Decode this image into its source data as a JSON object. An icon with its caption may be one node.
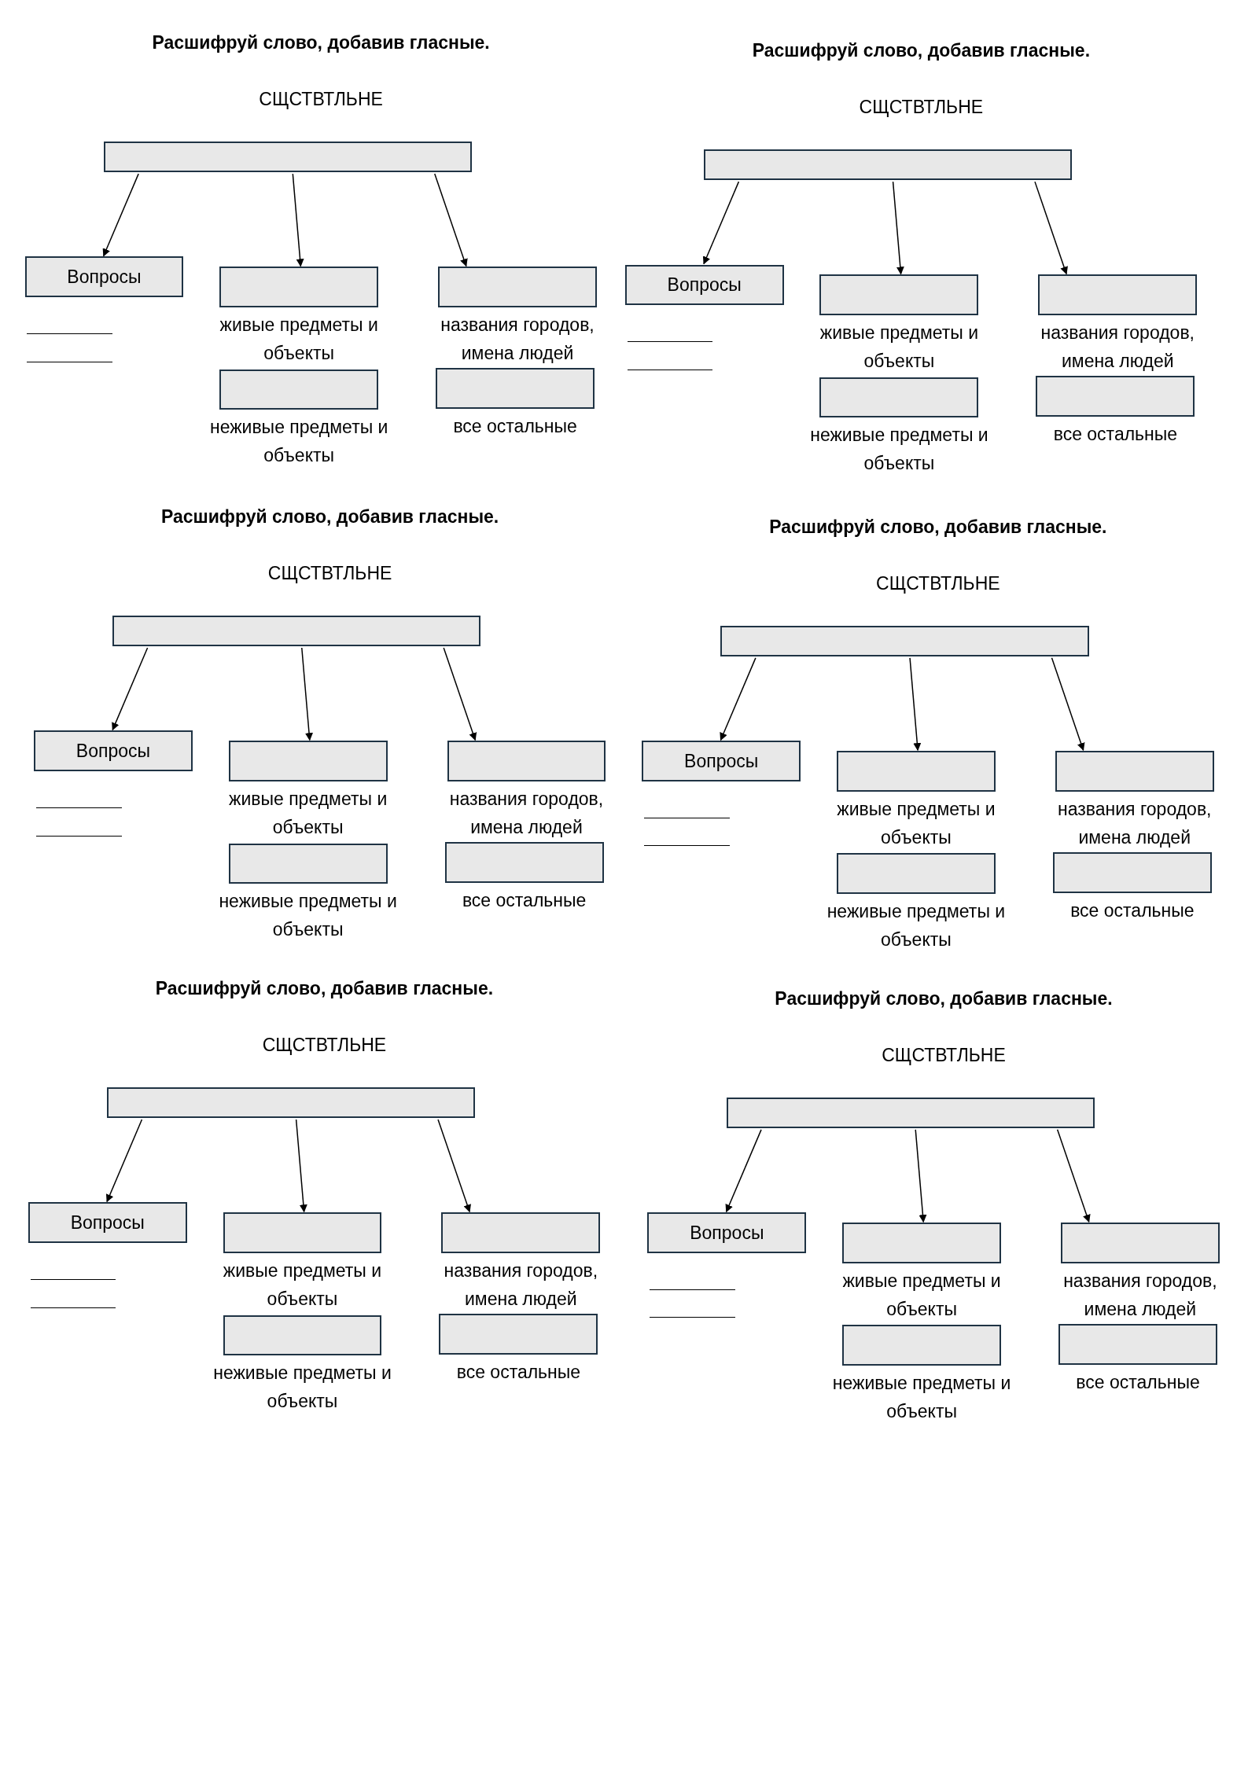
{
  "diagram": {
    "nodes": [
      {
        "text": [],
        "shape": "box"
      },
      {
        "text": [
          "Вопросы"
        ]
      },
      {
        "text": [],
        "shape": "box",
        "beside": [
          "живые предметы и объекты"
        ]
      },
      {
        "text": [],
        "shape": "box",
        "beside": [
          "названия городов, имена людей"
        ]
      },
      {
        "text": [],
        "shape": "box",
        "beside": [
          "неживые предметы и объекты"
        ]
      },
      {
        "text": [],
        "shape": "box",
        "beside": [
          "все остальные"
        ]
      },
      {
        "text": [],
        "shape": "box"
      },
      {
        "text": [
          "Вопросы"
        ]
      },
      {
        "text": [],
        "shape": "box",
        "beside": [
          "живые предметы и объекты"
        ]
      },
      {
        "text": [],
        "shape": "box",
        "beside": [
          "названия городов, имена людей"
        ]
      },
      {
        "text": [],
        "shape": "box",
        "beside": [
          "неживые предметы и объекты"
        ]
      },
      {
        "text": [],
        "shape": "box",
        "beside": [
          "все остальные"
        ]
      },
      {
        "text": [],
        "shape": "box"
      },
      {
        "text": [
          "Вопросы"
        ]
      },
      {
        "text": [],
        "shape": "box",
        "beside": [
          "живые предметы и объекты"
        ]
      },
      {
        "text": [],
        "shape": "box",
        "beside": [
          "названия городов, имена людей"
        ]
      },
      {
        "text": [],
        "shape": "box",
        "beside": [
          "неживые предметы и объекты"
        ]
      },
      {
        "text": [],
        "shape": "box",
        "beside": [
          "все остальные"
        ]
      },
      {
        "text": [],
        "shape": "box"
      },
      {
        "text": [
          "Вопросы"
        ]
      },
      {
        "text": [],
        "shape": "box",
        "beside": [
          "живые предметы и объекты"
        ]
      },
      {
        "text": [],
        "shape": "box",
        "beside": [
          "названия городов, имена людей"
        ]
      },
      {
        "text": [],
        "shape": "box",
        "beside": [
          "неживые предметы и объекты"
        ]
      },
      {
        "text": [],
        "shape": "box",
        "beside": [
          "все остальные"
        ]
      },
      {
        "text": [],
        "shape": "box"
      },
      {
        "text": [
          "Вопросы"
        ]
      },
      {
        "text": [],
        "shape": "box",
        "beside": [
          "живые предметы и объекты"
        ]
      },
      {
        "text": [],
        "shape": "box",
        "beside": [
          "названия городов, имена людей"
        ]
      },
      {
        "text": [],
        "shape": "box",
        "beside": [
          "неживые предметы и объекты"
        ]
      },
      {
        "text": [],
        "shape": "box",
        "beside": [
          "все остальные"
        ]
      },
      {
        "text": [],
        "shape": "box"
      },
      {
        "text": [
          "Вопросы"
        ]
      },
      {
        "text": [],
        "shape": "box",
        "beside": [
          "живые предметы и объекты"
        ]
      },
      {
        "text": [],
        "shape": "box",
        "beside": [
          "названия городов, имена людей"
        ]
      },
      {
        "text": [],
        "shape": "box",
        "beside": [
          "неживые предметы и объекты"
        ]
      },
      {
        "text": [],
        "shape": "box",
        "beside": [
          "все остальные"
        ]
      }
    ],
    "edges": [
      {
        "from": 0,
        "to": 1,
        "arrow": "to"
      },
      {
        "from": 0,
        "to": 2,
        "arrow": "to"
      },
      {
        "from": 0,
        "to": 3,
        "arrow": "to"
      },
      {
        "from": 6,
        "to": 7,
        "arrow": "to"
      },
      {
        "from": 6,
        "to": 8,
        "arrow": "to"
      },
      {
        "from": 6,
        "to": 9,
        "arrow": "to"
      },
      {
        "from": 12,
        "to": 13,
        "arrow": "to"
      },
      {
        "from": 12,
        "to": 14,
        "arrow": "to"
      },
      {
        "from": 12,
        "to": 15,
        "arrow": "to"
      },
      {
        "from": 18,
        "to": 19,
        "arrow": "to"
      },
      {
        "from": 18,
        "to": 20,
        "arrow": "to"
      },
      {
        "from": 18,
        "to": 21,
        "arrow": "to"
      },
      {
        "from": 24,
        "to": 25,
        "arrow": "to"
      },
      {
        "from": 24,
        "to": 26,
        "arrow": "to"
      },
      {
        "from": 24,
        "to": 27,
        "arrow": "to"
      },
      {
        "from": 30,
        "to": 31,
        "arrow": "to"
      },
      {
        "from": 30,
        "to": 32,
        "arrow": "to"
      },
      {
        "from": 30,
        "to": 33,
        "arrow": "to"
      }
    ],
    "labels": [
      "Расшифруй слово, добавив гласные.",
      "СЩСТВТЛЬНЕ",
      "Расшифруй слово, добавив гласные.",
      "СЩСТВТЛЬНЕ",
      "Расшифруй слово, добавив гласные.",
      "СЩСТВТЛЬНЕ",
      "Расшифруй слово, добавив гласные.",
      "СЩСТВТЛЬНЕ",
      "Расшифруй слово, добавив гласные.",
      "СЩСТВТЛЬНЕ",
      "Расшифруй слово, добавив гласные.",
      "СЩСТВТЛЬНЕ"
    ]
  }
}
